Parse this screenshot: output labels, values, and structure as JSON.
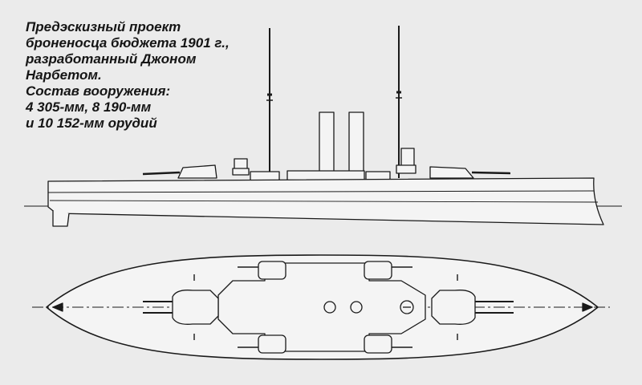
{
  "caption": {
    "lines": [
      "Предэскизный проект",
      "броненосца бюджета 1901 г.,",
      "разработанный Джоном",
      "Нарбетом.",
      "Состав вооружения:",
      "4 305-мм, 8 190-мм",
      "и 10 152-мм орудий"
    ]
  },
  "colors": {
    "ink": "#1a1a1a",
    "paper": "#ebebeb",
    "hull": "#f4f4f4"
  }
}
